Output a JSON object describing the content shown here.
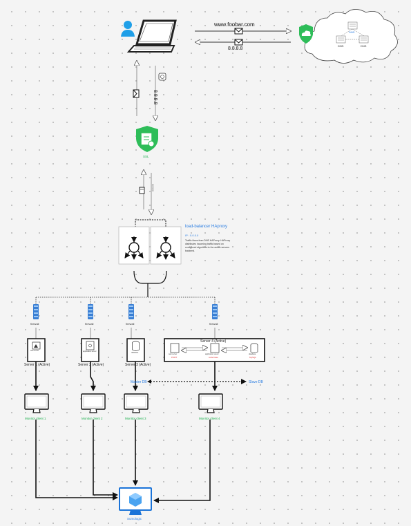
{
  "client": {
    "domain": "www.foobar.com",
    "ip_reply": "8.8.8.8",
    "dns_ip": "8.8.8.8"
  },
  "cloud": {
    "dns_label": "DNS",
    "node_a": "DNS",
    "node_b": "DNS"
  },
  "ssl": {
    "label": "SSL",
    "port_label": "00000"
  },
  "load_balancer": {
    "title": "load-balancer HAproxy",
    "ip": "IP : 0.0.0.0",
    "description": "Traffic flows from DNS HAProxy. HAProxy distributes incoming traffic based on configured algorithm to the active servers backend."
  },
  "firewalls": [
    "firewall",
    "firewall",
    "firewall",
    "firewall"
  ],
  "servers": [
    {
      "label": "Server 1 (Active)",
      "inner": "web server"
    },
    {
      "label": "Server 2 (Active)",
      "inner": "application server"
    },
    {
      "label": "Server 3 (Active)",
      "inner": "database"
    }
  ],
  "server4": {
    "title": "Server 4 (Active)",
    "web": "web server",
    "web_sub": "PORT",
    "app": "application server",
    "app_sub": "code base",
    "db": "database",
    "db_sub": "MySQL"
  },
  "db_replication": {
    "master": "Master DB",
    "slave": "Slave DB"
  },
  "monitors": [
    "Monitor client 1",
    "Monitor client 2",
    "Monitor client 3",
    "Monitor client 4"
  ],
  "collector": {
    "label": "Sumologic"
  },
  "colors": {
    "accent_green": "#19b04c",
    "link_blue": "#2a7de1",
    "person_blue": "#1f9fe8"
  }
}
